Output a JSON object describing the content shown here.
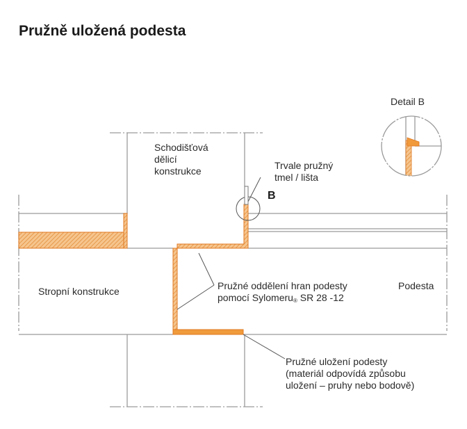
{
  "title": "Pružně uložená podesta",
  "detail_label": "Detail B",
  "point_label": "B",
  "labels": {
    "stair_wall": [
      "Schodišťová",
      "dělicí",
      "konstrukce"
    ],
    "sealant": [
      "Trvale pružný",
      "tmel / lišta"
    ],
    "ceiling": "Stropní konstrukce",
    "landing": "Podesta",
    "edge_separation_line1": "Pružné oddělení hran podesty",
    "edge_separation_line2_a": "pomocí Sylomeru",
    "edge_separation_reg": "®",
    "edge_separation_line2_b": " SR 28 -12",
    "bearing": [
      "Pružné uložení podesty",
      "(materiál odpovídá způsobu",
      "uložení – pruhy nebo bodově)"
    ]
  },
  "colors": {
    "line": "#9a9a9a",
    "dark_line": "#555555",
    "orange": "#f09a3c",
    "orange_light": "#f6c58e",
    "orange_dark": "#e07820"
  }
}
